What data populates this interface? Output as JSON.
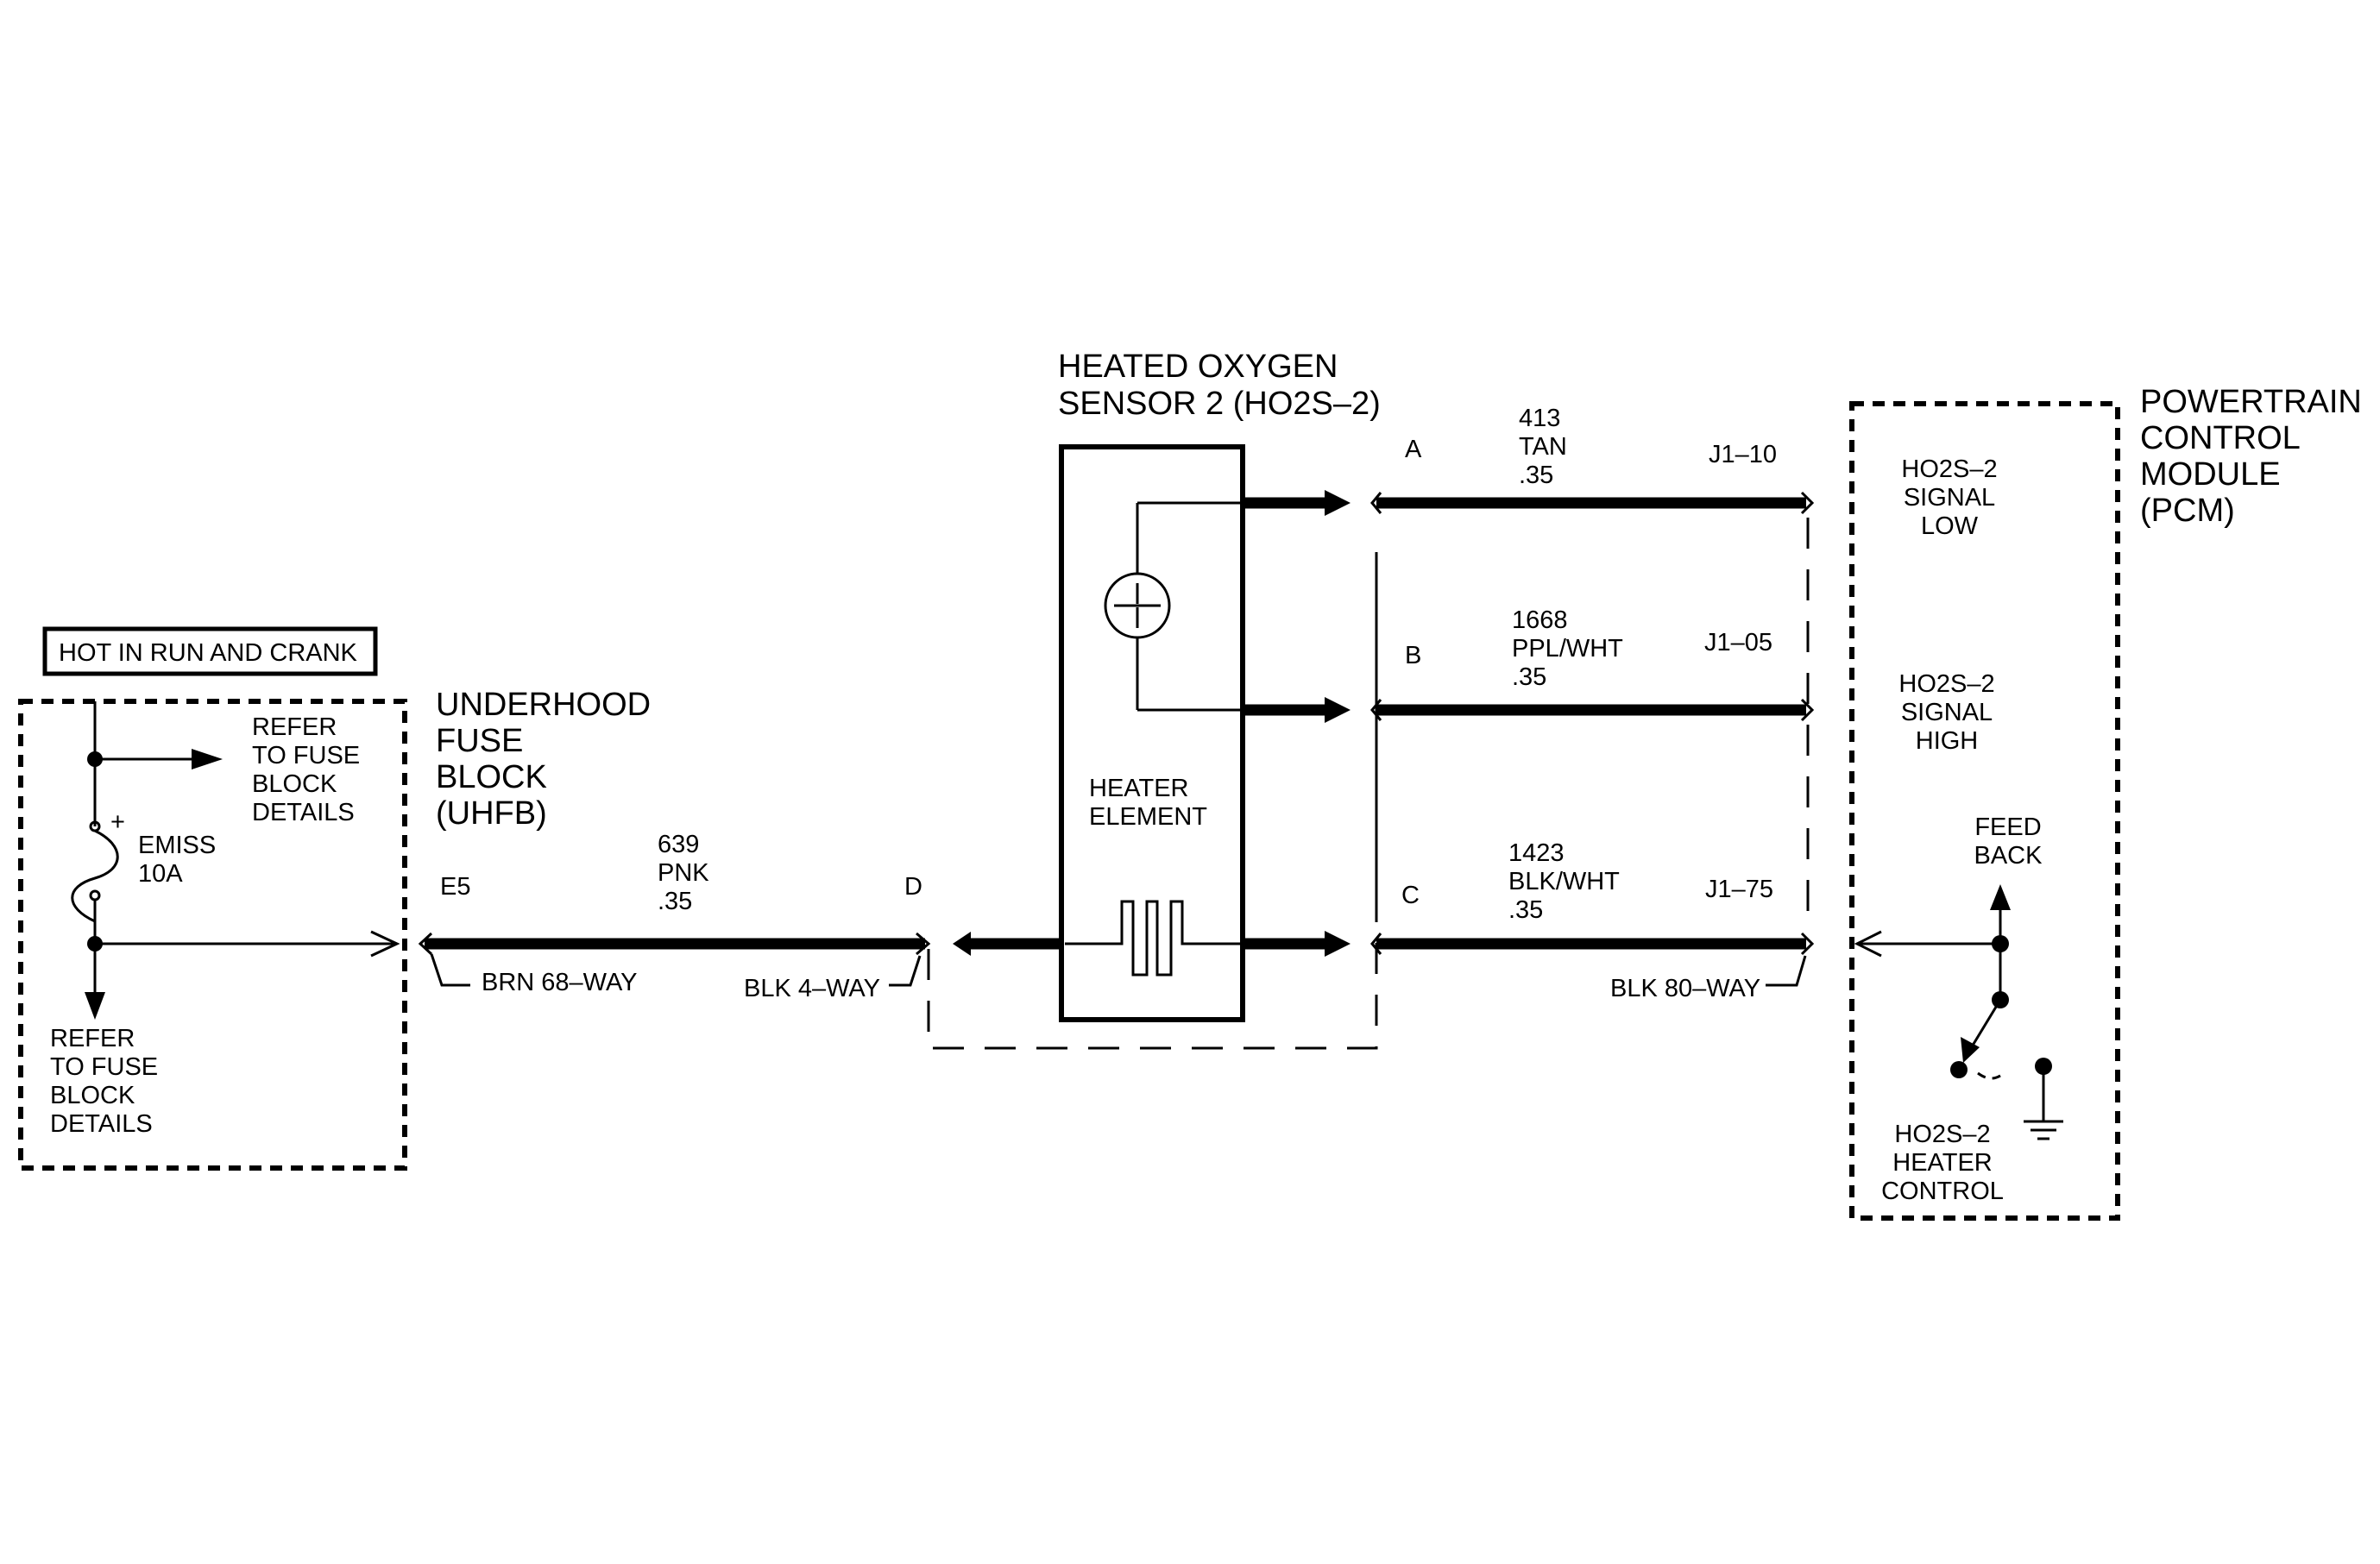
{
  "fuse_block": {
    "hot_label": "HOT IN RUN AND CRANK",
    "title_lines": [
      "UNDERHOOD",
      "FUSE",
      "BLOCK",
      "(UHFB)"
    ],
    "refer_top": [
      "REFER",
      "TO FUSE",
      "BLOCK",
      "DETAILS"
    ],
    "refer_bottom": [
      "REFER",
      "TO FUSE",
      "BLOCK",
      "DETAILS"
    ],
    "fuse_plus": "+",
    "fuse_name": "EMISS",
    "fuse_rating": "10A"
  },
  "uhfb_wire": {
    "pin_left": "E5",
    "pin_right": "D",
    "circuit": "639",
    "color": "PNK",
    "gauge": ".35",
    "connector_left": "BRN 68–WAY",
    "connector_right": "BLK 4–WAY"
  },
  "sensor": {
    "title_lines": [
      "HEATED OXYGEN",
      "SENSOR 2 (HO2S–2)"
    ],
    "heater_lines": [
      "HEATER",
      "ELEMENT"
    ]
  },
  "pcm_wires": [
    {
      "pin": "A",
      "circuit": "413",
      "color": "TAN",
      "gauge": ".35",
      "terminal": "J1–10"
    },
    {
      "pin": "B",
      "circuit": "1668",
      "color": "PPL/WHT",
      "gauge": ".35",
      "terminal": "J1–05"
    },
    {
      "pin": "C",
      "circuit": "1423",
      "color": "BLK/WHT",
      "gauge": ".35",
      "terminal": "J1–75"
    }
  ],
  "pcm_connector": "BLK 80–WAY",
  "pcm": {
    "title_lines": [
      "POWERTRAIN",
      "CONTROL",
      "MODULE",
      "(PCM)"
    ],
    "signal_low": [
      "HO2S–2",
      "SIGNAL",
      "LOW"
    ],
    "signal_high": [
      "HO2S–2",
      "SIGNAL",
      "HIGH"
    ],
    "feedback": [
      "FEED",
      "BACK"
    ],
    "heater_control": [
      "HO2S–2",
      "HEATER",
      "CONTROL"
    ]
  }
}
